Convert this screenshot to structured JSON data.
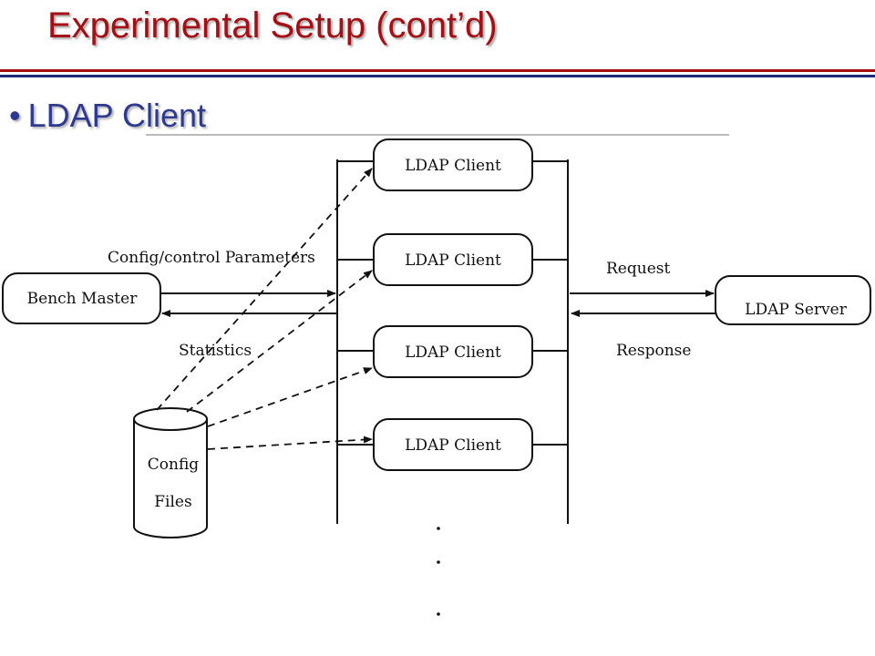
{
  "slide": {
    "title": "Experimental Setup (cont’d)",
    "bullet": "LDAP Client"
  },
  "diagram": {
    "bench_master": "Bench Master",
    "ldap_server": "LDAP Server",
    "clients": [
      "LDAP Client",
      "LDAP Client",
      "LDAP Client",
      "LDAP Client"
    ],
    "config_files_line1": "Config",
    "config_files_line2": "Files",
    "label_config": "Config/control Parameters",
    "label_statistics": "Statistics",
    "label_request": "Request",
    "label_response": "Response"
  },
  "colors": {
    "title": "#a30f14",
    "bullet": "#2e3a8f"
  }
}
